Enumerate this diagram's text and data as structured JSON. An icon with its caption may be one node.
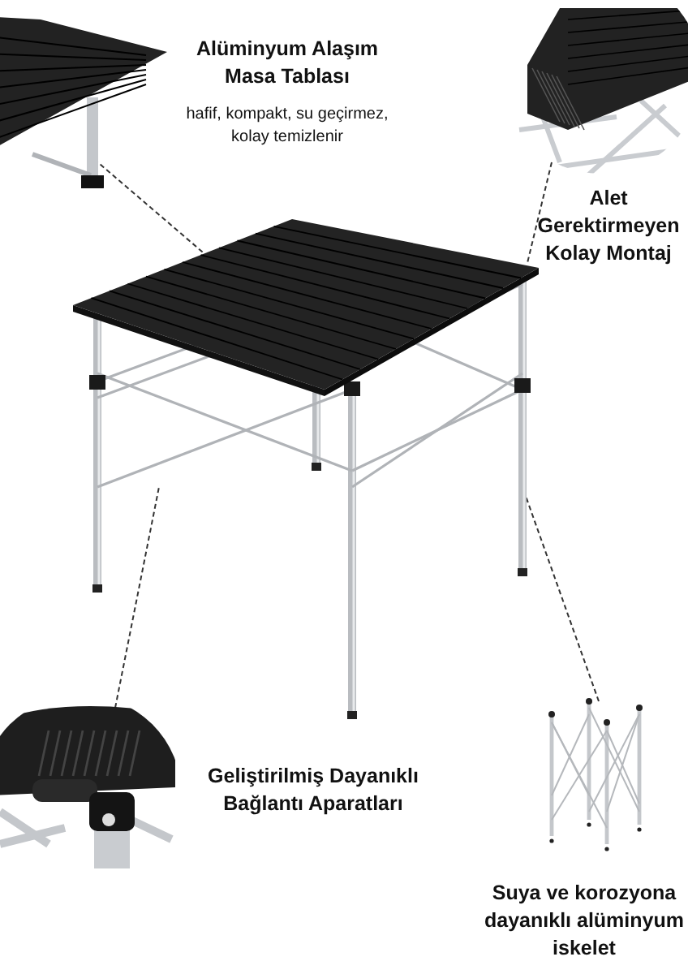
{
  "diagram": {
    "nodes": [
      {
        "text": [],
        "shape": "picture"
      },
      {
        "text": [],
        "shape": "picture",
        "beside": [
          "Alüminyum Alaşım Masa Tablası",
          "hafif, kompakt, su geçirmez, kolay temizlenir"
        ]
      },
      {
        "text": [],
        "shape": "picture",
        "beside": [
          "Alet Gerektirmeyen Kolay Montaj"
        ]
      },
      {
        "text": [],
        "shape": "picture",
        "beside": [
          "Geliştirilmiş Dayanıklı Bağlantı Aparatları"
        ]
      },
      {
        "text": [],
        "shape": "picture",
        "beside": [
          "Suya ve korozyona dayanıklı alüminyum iskelet"
        ]
      }
    ],
    "edges": [
      {
        "from": 1,
        "to": 0,
        "arrow": "none",
        "style": "dashed"
      },
      {
        "from": 2,
        "to": 0,
        "arrow": "none",
        "style": "dashed"
      },
      {
        "from": 3,
        "to": 0,
        "arrow": "none",
        "style": "dashed"
      },
      {
        "from": 4,
        "to": 0,
        "arrow": "none",
        "style": "dashed"
      }
    ]
  }
}
